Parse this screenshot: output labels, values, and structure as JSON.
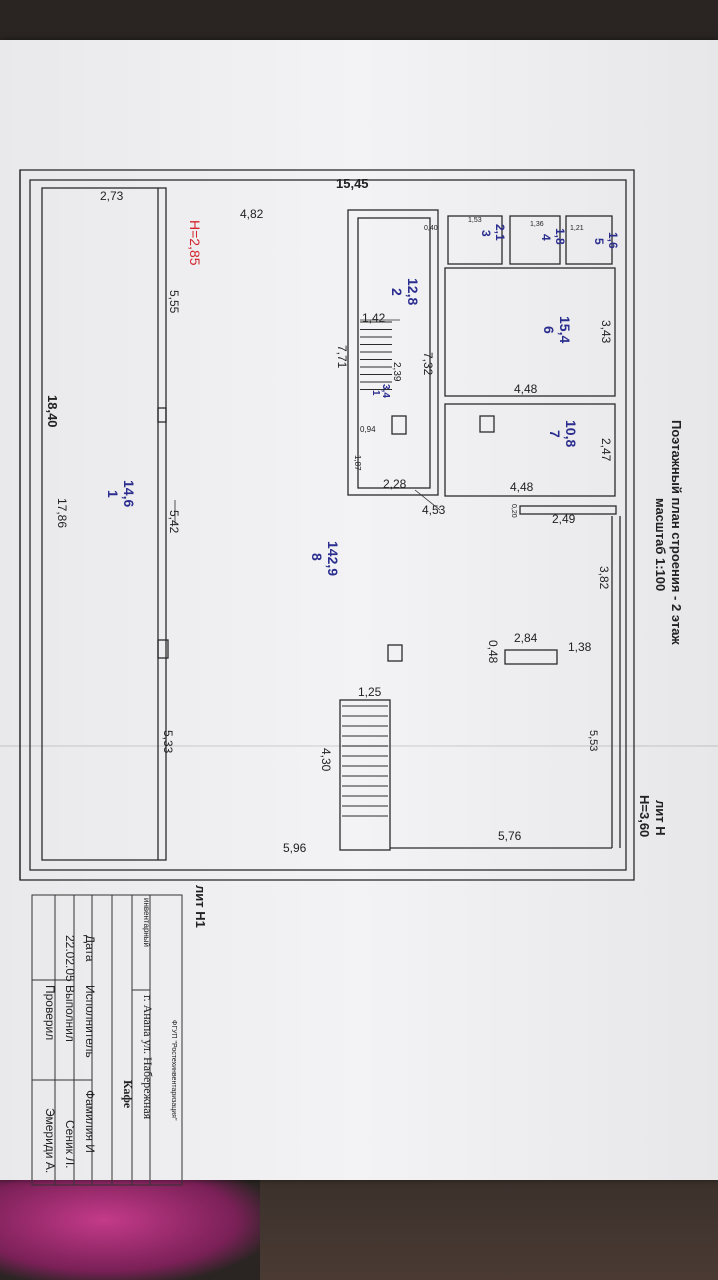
{
  "title": {
    "line1": "Поэтажный план строения - 2 этаж",
    "line2": "масштаб 1:100"
  },
  "lit": {
    "name": "лит Н",
    "height": "Н=3,60",
    "name2": "лит Н1"
  },
  "height_mark": "Н=2,85",
  "dims": {
    "d1545": "15,45",
    "d273": "2,73",
    "d1840": "18,40",
    "d482": "4,82",
    "d555": "5,55",
    "d542": "5,42",
    "d533": "5,33",
    "d1786": "17,86",
    "d771": "7,71",
    "d142": "1,42",
    "d732": "7,32",
    "d239": "2,39",
    "d228": "2,28",
    "d453": "4,53",
    "d343": "3,43",
    "d448a": "4,48",
    "d448b": "4,48",
    "d247": "2,47",
    "d249": "2,49",
    "d382": "3,82",
    "d284": "2,84",
    "d138": "1,38",
    "d048a": "0,48",
    "d553": "5,53",
    "d125": "1,25",
    "d430": "4,30",
    "d576": "5,76",
    "d596": "5,96",
    "d121": "1,21",
    "d136": "1,36",
    "d153": "1,53",
    "d094": "0,94",
    "d187": "1,87",
    "d040": "0,40",
    "d020": "0,20"
  },
  "rooms": [
    {
      "num": "1",
      "area": "14,6"
    },
    {
      "num": "2",
      "area": "12,8"
    },
    {
      "num": "1",
      "area": "3,4"
    },
    {
      "num": "3",
      "area": "2,1"
    },
    {
      "num": "4",
      "area": "1,8"
    },
    {
      "num": "5",
      "area": "1,6"
    },
    {
      "num": "6",
      "area": "15,4"
    },
    {
      "num": "7",
      "area": "10,8"
    },
    {
      "num": "8",
      "area": "142,9"
    }
  ],
  "stamp": {
    "org": "ФГУП \"Ростехинвентаризация\"",
    "inv": "инвентарный",
    "address": "г. Анапа ул. Набережная",
    "object": "Кафе",
    "head_date": "Дата",
    "head_exec": "Исполнитель",
    "head_name": "Фамилия И",
    "date": "22.02.05",
    "done": "Выполнил",
    "done_name": "Сеник Л.",
    "checked": "Проверил",
    "checked_name": "Эмериди А."
  }
}
